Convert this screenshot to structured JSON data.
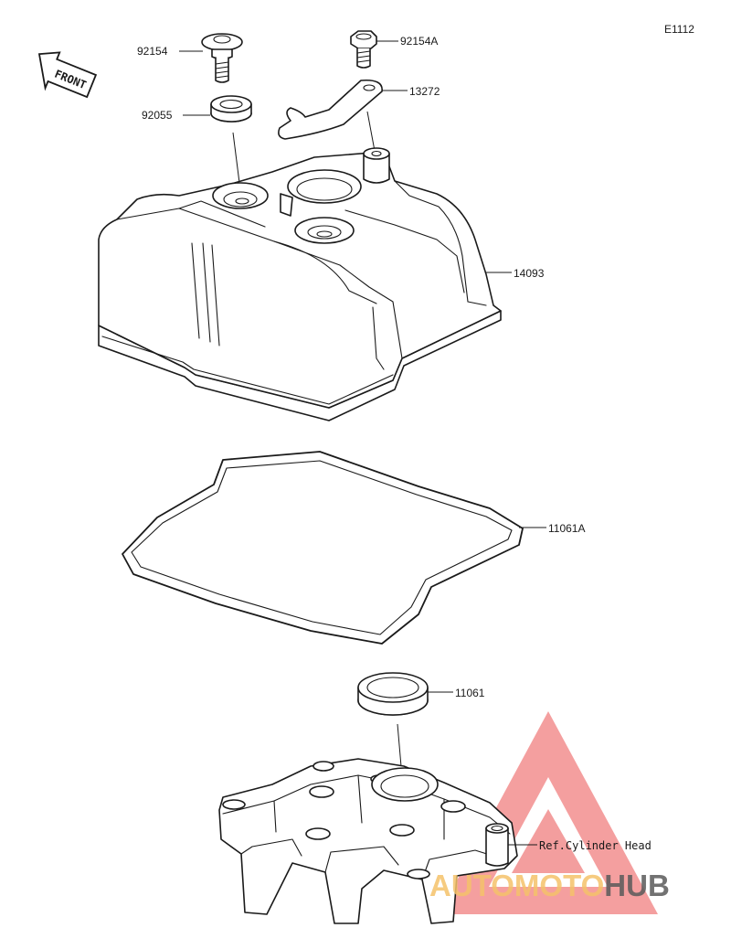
{
  "diagram_code": "E1112",
  "front_label": "FRONT",
  "callouts": {
    "bolt_a": "92154",
    "bolt_b": "92154A",
    "washer": "92055",
    "bracket": "13272",
    "cover": "14093",
    "cover_gasket": "11061A",
    "plug_gasket": "11061",
    "ref_head": "Ref.Cylinder Head"
  },
  "watermark": {
    "auto": "AUTO",
    "moto": "MOTO",
    "hub": "HUB",
    "color_red": "#f07a7a",
    "color_yellow": "#f5c26b",
    "color_gray": "#5a5a5a"
  }
}
